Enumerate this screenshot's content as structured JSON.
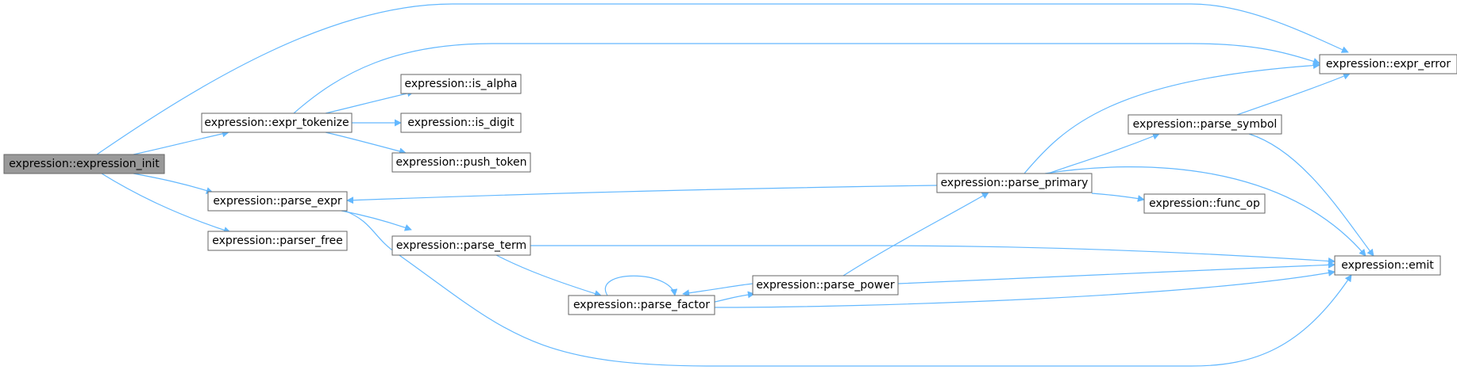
{
  "graph": {
    "colors": {
      "edge": "#63B8FF",
      "node_border": "#666666",
      "node_fill": "#FFFFFF",
      "root_fill": "#999999",
      "text": "#000000"
    },
    "nodes": [
      {
        "id": "expression_init",
        "label": "expression::expression_init",
        "root": true
      },
      {
        "id": "expr_tokenize",
        "label": "expression::expr_tokenize"
      },
      {
        "id": "parse_expr",
        "label": "expression::parse_expr"
      },
      {
        "id": "parser_free",
        "label": "expression::parser_free"
      },
      {
        "id": "is_alpha",
        "label": "expression::is_alpha"
      },
      {
        "id": "is_digit",
        "label": "expression::is_digit"
      },
      {
        "id": "push_token",
        "label": "expression::push_token"
      },
      {
        "id": "parse_term",
        "label": "expression::parse_term"
      },
      {
        "id": "parse_factor",
        "label": "expression::parse_factor"
      },
      {
        "id": "parse_power",
        "label": "expression::parse_power"
      },
      {
        "id": "parse_primary",
        "label": "expression::parse_primary"
      },
      {
        "id": "func_op",
        "label": "expression::func_op"
      },
      {
        "id": "parse_symbol",
        "label": "expression::parse_symbol"
      },
      {
        "id": "expr_error",
        "label": "expression::expr_error"
      },
      {
        "id": "emit",
        "label": "expression::emit"
      }
    ],
    "edges": [
      {
        "from": "expression_init",
        "to": "expr_error"
      },
      {
        "from": "expression_init",
        "to": "expr_tokenize"
      },
      {
        "from": "expression_init",
        "to": "parse_expr"
      },
      {
        "from": "expression_init",
        "to": "parser_free"
      },
      {
        "from": "expr_tokenize",
        "to": "expr_error"
      },
      {
        "from": "expr_tokenize",
        "to": "is_alpha"
      },
      {
        "from": "expr_tokenize",
        "to": "is_digit"
      },
      {
        "from": "expr_tokenize",
        "to": "push_token"
      },
      {
        "from": "parse_expr",
        "to": "parse_term"
      },
      {
        "from": "parse_expr",
        "to": "emit"
      },
      {
        "from": "parse_term",
        "to": "parse_factor"
      },
      {
        "from": "parse_term",
        "to": "emit"
      },
      {
        "from": "parse_factor",
        "to": "parse_factor"
      },
      {
        "from": "parse_factor",
        "to": "parse_power"
      },
      {
        "from": "parse_factor",
        "to": "emit"
      },
      {
        "from": "parse_power",
        "to": "parse_factor"
      },
      {
        "from": "parse_power",
        "to": "parse_primary"
      },
      {
        "from": "parse_power",
        "to": "emit"
      },
      {
        "from": "parse_primary",
        "to": "parse_expr"
      },
      {
        "from": "parse_primary",
        "to": "expr_error"
      },
      {
        "from": "parse_primary",
        "to": "parse_symbol"
      },
      {
        "from": "parse_primary",
        "to": "func_op"
      },
      {
        "from": "parse_primary",
        "to": "emit"
      },
      {
        "from": "parse_symbol",
        "to": "expr_error"
      },
      {
        "from": "parse_symbol",
        "to": "emit"
      }
    ]
  }
}
